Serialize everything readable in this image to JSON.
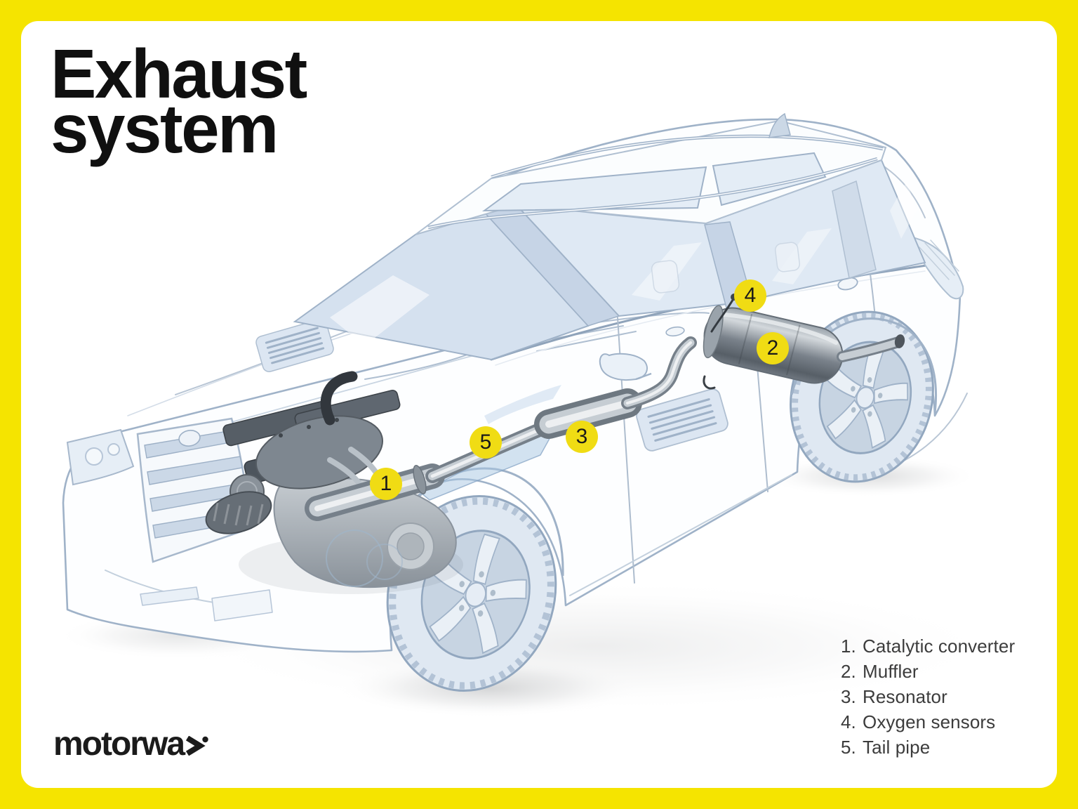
{
  "title": {
    "line1": "Exhaust",
    "line2": "system"
  },
  "legend": {
    "items": [
      {
        "number": "1.",
        "label": "Catalytic converter"
      },
      {
        "number": "2.",
        "label": "Muffler"
      },
      {
        "number": "3.",
        "label": "Resonator"
      },
      {
        "number": "4.",
        "label": "Oxygen sensors"
      },
      {
        "number": "5.",
        "label": "Tail pipe"
      }
    ]
  },
  "diagram": {
    "markers": [
      {
        "number": "1",
        "part": "Catalytic converter"
      },
      {
        "number": "2",
        "part": "Muffler"
      },
      {
        "number": "3",
        "part": "Resonator"
      },
      {
        "number": "4",
        "part": "Oxygen sensors"
      },
      {
        "number": "5",
        "part": "Tail pipe"
      }
    ]
  },
  "logo": {
    "brand": "motorway",
    "wordmark_letters": "motorwa"
  },
  "colors": {
    "frame_yellow": "#F5E400",
    "marker_yellow": "#F0DC14",
    "title_black": "#101010",
    "legend_gray": "#3C3C3C",
    "car_line_blue": "#9FB2C8",
    "glass_blue": "#D9E4F1"
  }
}
